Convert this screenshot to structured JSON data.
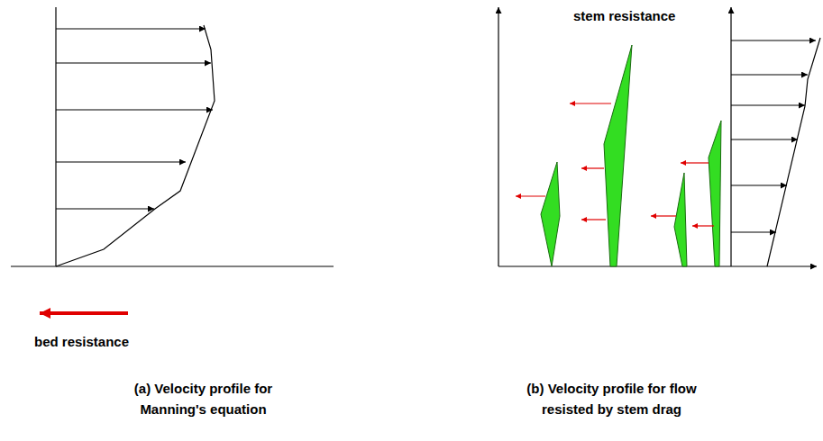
{
  "diagram": {
    "labels": [
      "stem resistance",
      "bed resistance",
      "(a) Velocity profile for Manning's equation",
      "(b) Velocity profile for flow resisted by stem drag"
    ]
  }
}
